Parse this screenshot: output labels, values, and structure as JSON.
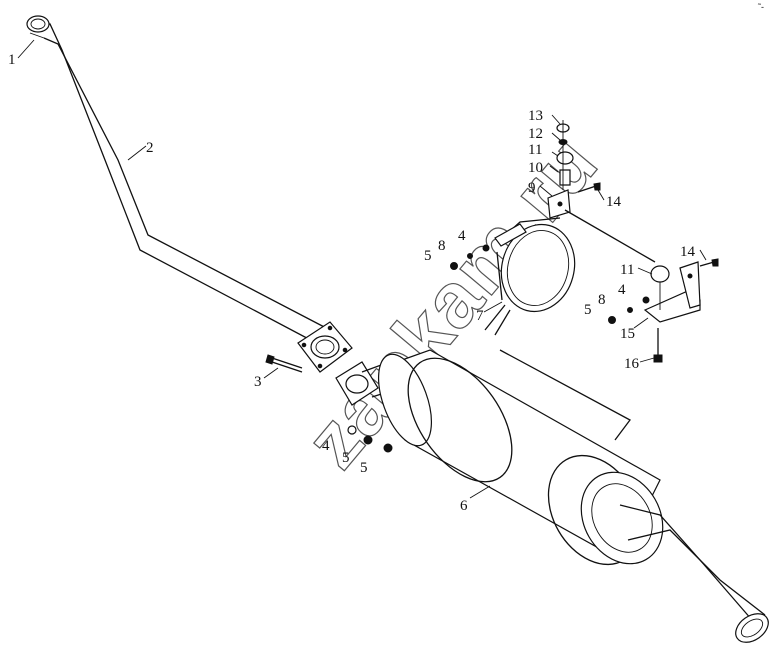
{
  "watermark": "zapkam.ru",
  "corner_mark": "˜-",
  "callouts": {
    "c1": "1",
    "c2": "2",
    "c3": "3",
    "c4a": "4",
    "c4b": "4",
    "c4c": "4",
    "c5a": "5",
    "c5b": "5",
    "c5c": "5",
    "c5d": "5",
    "c6": "6",
    "c7": "7",
    "c8a": "8",
    "c8b": "8",
    "c9": "9",
    "c10": "10",
    "c11a": "11",
    "c11b": "11",
    "c12": "12",
    "c13": "13",
    "c14a": "14",
    "c14b": "14",
    "c15": "15",
    "c16": "16"
  }
}
